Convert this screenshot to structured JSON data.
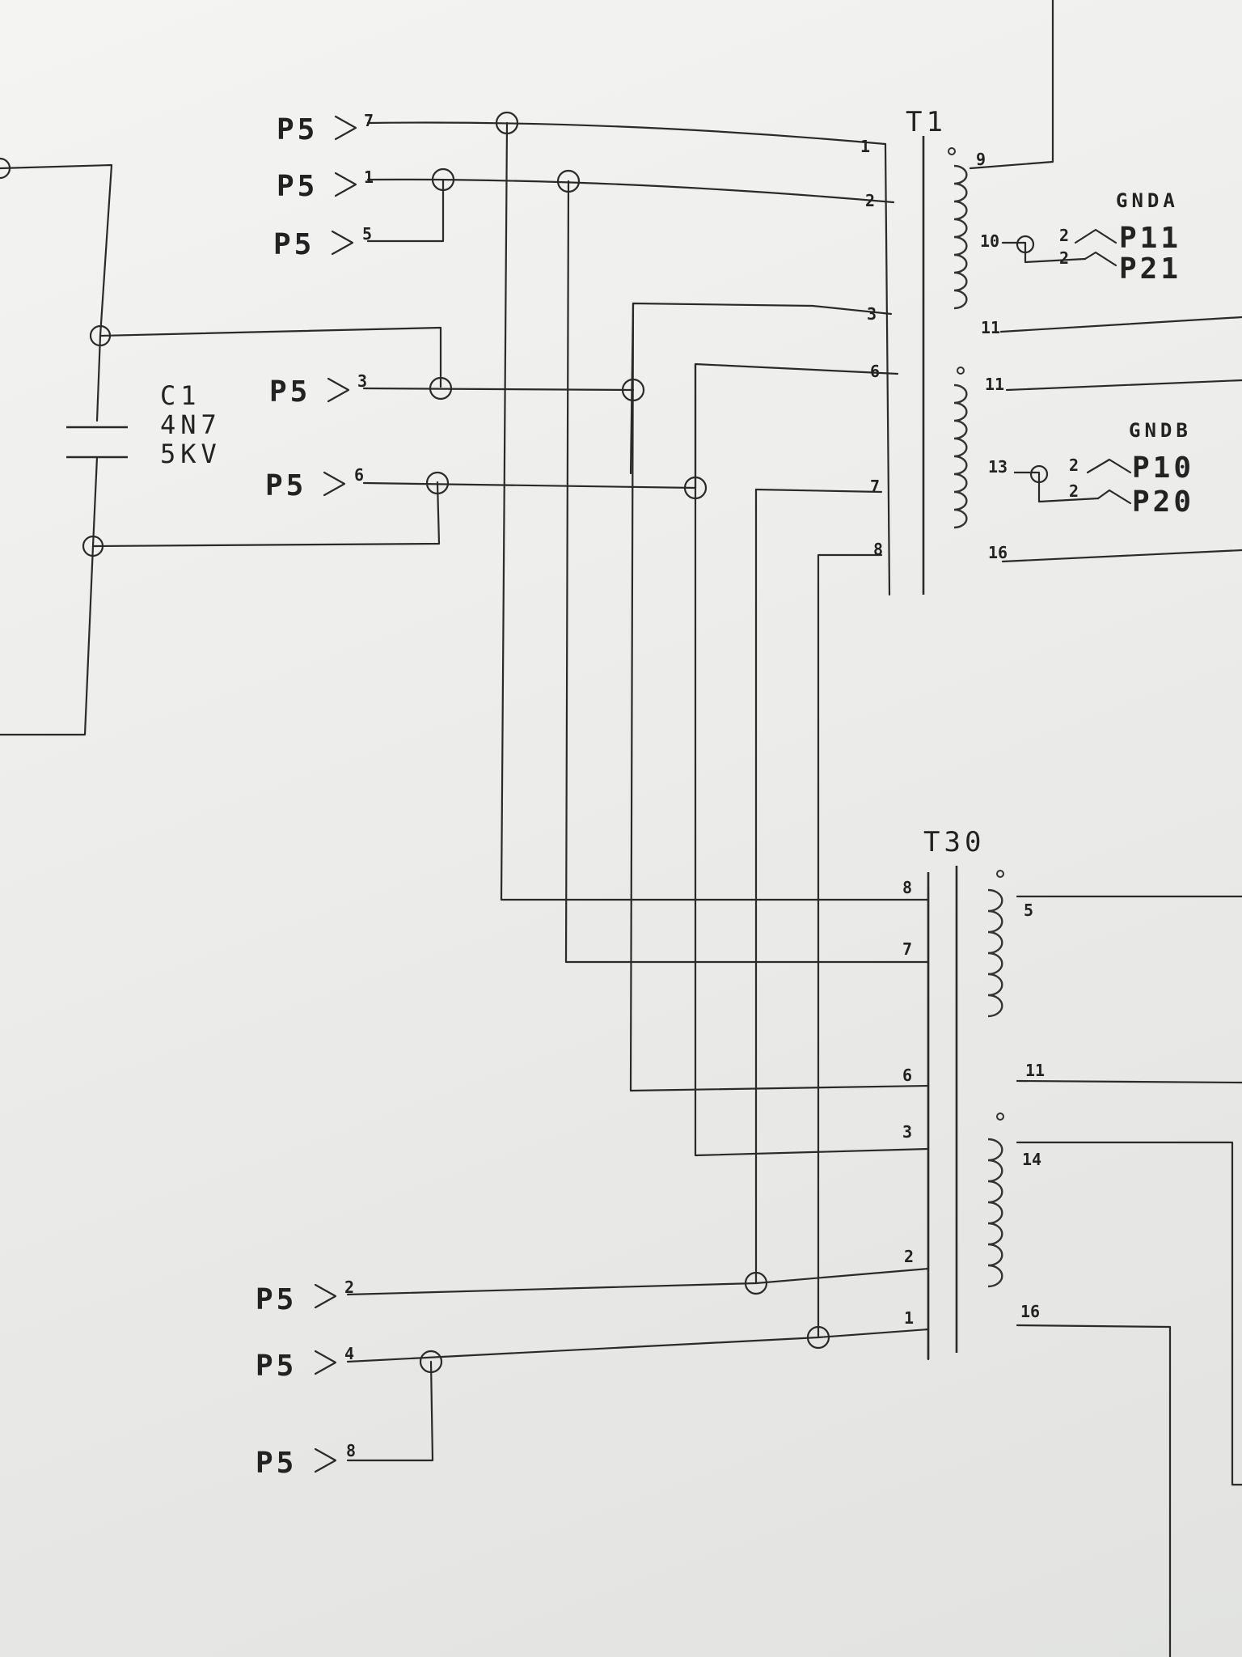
{
  "connectors": [
    {
      "label": "P5",
      "pin": "7"
    },
    {
      "label": "P5",
      "pin": "1"
    },
    {
      "label": "P5",
      "pin": "5"
    },
    {
      "label": "P5",
      "pin": "3"
    },
    {
      "label": "P5",
      "pin": "6"
    },
    {
      "label": "P5",
      "pin": "2"
    },
    {
      "label": "P5",
      "pin": "4"
    },
    {
      "label": "P5",
      "pin": "8"
    }
  ],
  "capacitor": {
    "ref": "C1",
    "value": "4N7",
    "voltage": "5KV"
  },
  "transformer_t1": {
    "ref": "T1",
    "primary_pins": [
      "1",
      "2",
      "3",
      "6",
      "7",
      "8"
    ],
    "secondary_pins": [
      "9",
      "10",
      "11",
      "11",
      "13",
      "16"
    ]
  },
  "transformer_t30": {
    "ref": "T30",
    "primary_pins": [
      "8",
      "7",
      "6",
      "3",
      "2",
      "1"
    ],
    "secondary_pins": [
      "5",
      "11",
      "14",
      "16"
    ]
  },
  "ground_a": {
    "label": "GNDA",
    "outputs": [
      {
        "pin": "2",
        "label": "P11"
      },
      {
        "pin": "2",
        "label": "P21"
      }
    ]
  },
  "ground_b": {
    "label": "GNDB",
    "outputs": [
      {
        "pin": "2",
        "label": "P10"
      },
      {
        "pin": "2",
        "label": "P20"
      }
    ]
  }
}
